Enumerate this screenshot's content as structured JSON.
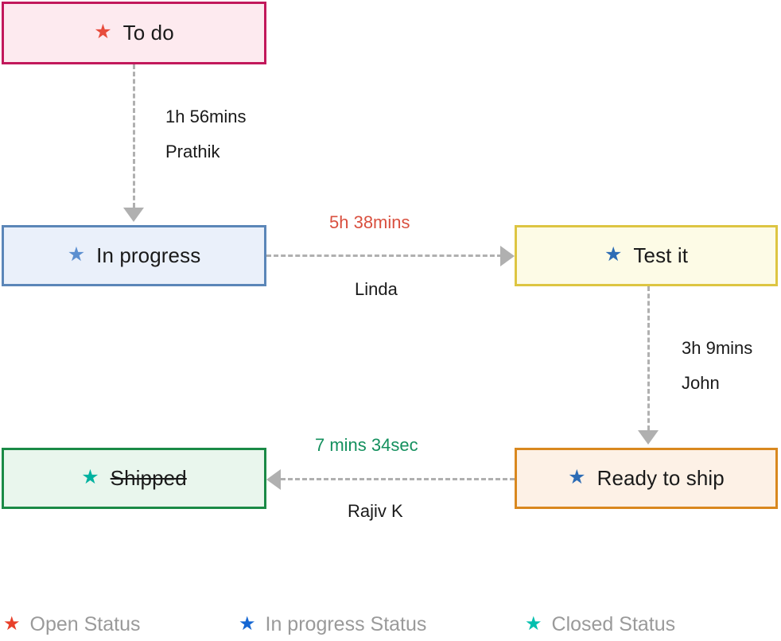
{
  "diagram": {
    "type": "workflow-status-transition",
    "nodes": [
      {
        "id": "todo",
        "label": "To do",
        "status_category": "Open Status",
        "star_icon": "star-icon",
        "star_color": "#e74c3c",
        "fill_color": "#fdeaef",
        "border_color": "#c2185b",
        "struck_through": false
      },
      {
        "id": "inprogress",
        "label": "In progress",
        "status_category": "In progress Status",
        "star_icon": "star-icon",
        "star_color": "#5b8fd0",
        "fill_color": "#eaf0fa",
        "border_color": "#5b86b8",
        "struck_through": false
      },
      {
        "id": "testit",
        "label": "Test it",
        "status_category": "In progress Status",
        "star_icon": "star-icon",
        "star_color": "#2d6cb5",
        "fill_color": "#fdfbe6",
        "border_color": "#ddc542",
        "struck_through": false
      },
      {
        "id": "readytoship",
        "label": "Ready to ship",
        "status_category": "In progress Status",
        "star_icon": "star-icon",
        "star_color": "#2d6cb5",
        "fill_color": "#fdf1e6",
        "border_color": "#d9881f",
        "struck_through": false
      },
      {
        "id": "shipped",
        "label": "Shipped",
        "status_category": "Closed Status",
        "star_icon": "star-icon",
        "star_color": "#00b2a0",
        "fill_color": "#e9f6ed",
        "border_color": "#1a8a46",
        "struck_through": true
      }
    ],
    "edges": [
      {
        "id": "todo-to-inprogress",
        "from": "todo",
        "to": "inprogress",
        "direction": "down",
        "duration": "1h 56mins",
        "actor": "Prathik",
        "duration_color": "#1a1a1a"
      },
      {
        "id": "inprogress-to-testit",
        "from": "inprogress",
        "to": "testit",
        "direction": "right",
        "duration": "5h 38mins",
        "actor": "Linda",
        "duration_color": "#d9503f"
      },
      {
        "id": "testit-to-readytoship",
        "from": "testit",
        "to": "readytoship",
        "direction": "down",
        "duration": "3h 9mins",
        "actor": "John",
        "duration_color": "#1a1a1a"
      },
      {
        "id": "readytoship-to-shipped",
        "from": "readytoship",
        "to": "shipped",
        "direction": "left",
        "duration": "7 mins 34sec",
        "actor": "Rajiv K",
        "duration_color": "#14905e"
      }
    ],
    "connector_color": "#b0b0b0"
  },
  "legend": {
    "items": [
      {
        "label": "Open Status",
        "star_icon": "star-icon",
        "color": "#e8402a"
      },
      {
        "label": "In progress Status",
        "star_icon": "star-icon",
        "color": "#1567d3"
      },
      {
        "label": "Closed Status",
        "star_icon": "star-icon",
        "color": "#00bfae"
      }
    ],
    "text_color": "#9a9a9a"
  }
}
